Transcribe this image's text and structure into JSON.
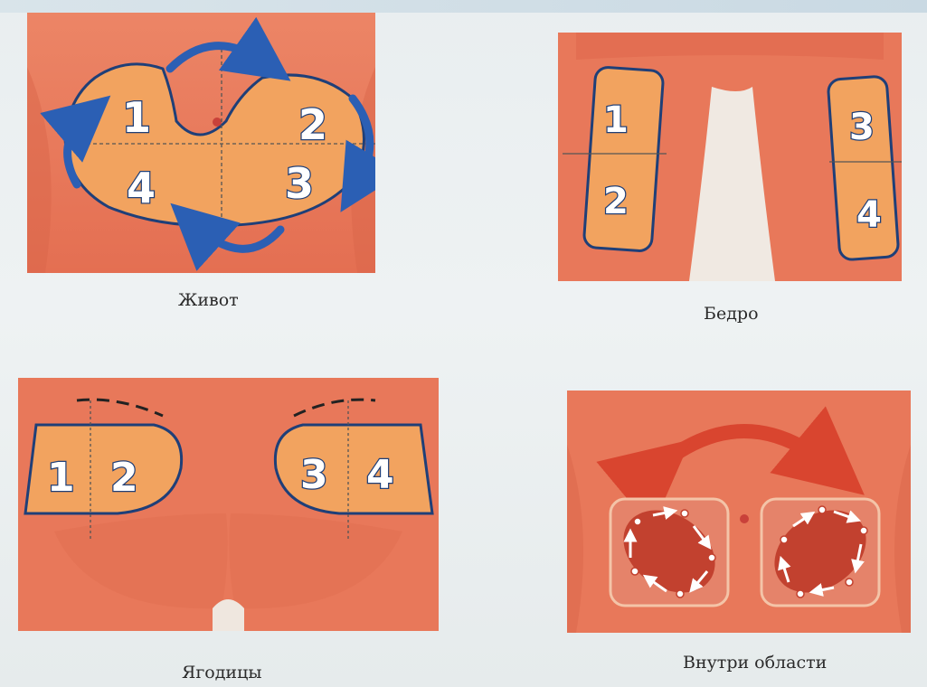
{
  "panels": {
    "abdomen": {
      "caption": "Живот",
      "zones": [
        "1",
        "2",
        "3",
        "4"
      ]
    },
    "thigh": {
      "caption": "Бедро",
      "left_zones": [
        "1",
        "2"
      ],
      "right_zones": [
        "3",
        "4"
      ]
    },
    "buttocks": {
      "caption": "Ягодицы",
      "left_zones": [
        "1",
        "2"
      ],
      "right_zones": [
        "3",
        "4"
      ]
    },
    "within_area": {
      "caption": "Внутри области"
    }
  },
  "colors": {
    "skin": "#e8785a",
    "skin_light": "#f0906b",
    "zone_fill": "#f2a35f",
    "outline": "#1f3f78",
    "arrow_blue": "#2b5fb4",
    "arrow_red": "#d9452f"
  }
}
